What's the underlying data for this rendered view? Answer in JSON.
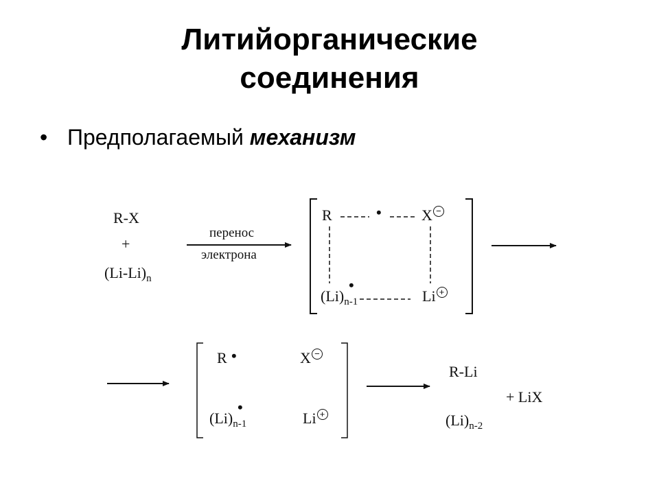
{
  "title": {
    "line1": "Литийорганические",
    "line2": "соединения"
  },
  "bullet": {
    "symbol": "•",
    "text": "Предполагаемый ",
    "emphasis": "механизм"
  },
  "reactants": {
    "rx": "R-X",
    "plus": "+",
    "lili": "(Li-Li)",
    "lili_sub": "n"
  },
  "arrow1": {
    "label_top": "перенос",
    "label_bottom": "электрона"
  },
  "complex1": {
    "r": "R",
    "x": "X",
    "x_charge": "−",
    "li_cluster": "(Li)",
    "li_cluster_sub": "n-1",
    "li": "Li",
    "li_charge": "+",
    "radical": "•"
  },
  "complex2": {
    "r": "R",
    "x": "X",
    "x_charge": "−",
    "li_cluster": "(Li)",
    "li_cluster_sub": "n-1",
    "li": "Li",
    "li_charge": "+",
    "radical": "•"
  },
  "products": {
    "rli": "R-Li",
    "plus_lix": "+ LiX",
    "li_cluster": "(Li)",
    "li_cluster_sub": "n-2"
  }
}
